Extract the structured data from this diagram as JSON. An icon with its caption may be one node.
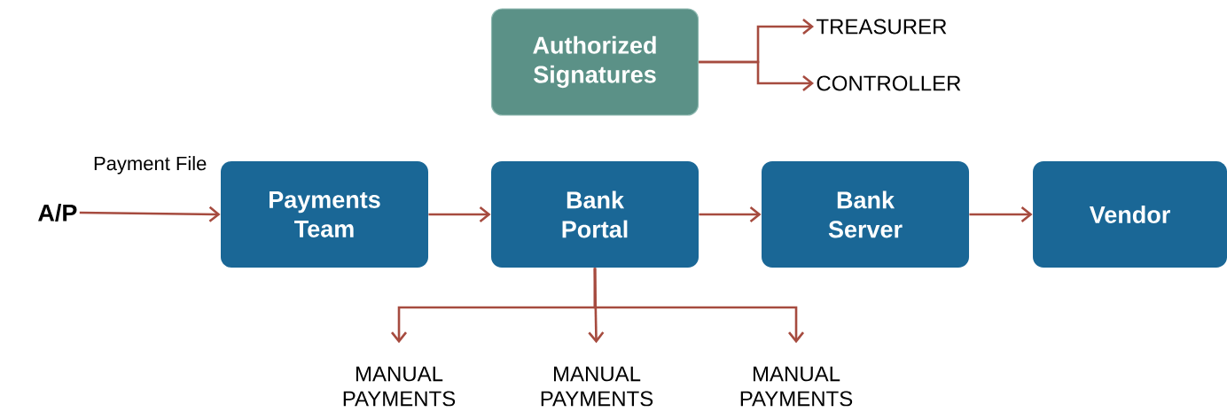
{
  "diagram": {
    "nodes": [
      {
        "text": [
          "Authorized Signatures"
        ]
      },
      {
        "text": [
          "TREASURER"
        ]
      },
      {
        "text": [
          "CONTROLLER"
        ]
      },
      {
        "text": [
          "A/P"
        ]
      },
      {
        "text": [
          "Payments Team"
        ]
      },
      {
        "text": [
          "Bank Portal"
        ]
      },
      {
        "text": [
          "Bank Server"
        ]
      },
      {
        "text": [
          "Vendor"
        ]
      },
      {
        "text": [
          "MANUAL PAYMENTS"
        ]
      },
      {
        "text": [
          "MANUAL PAYMENTS"
        ]
      },
      {
        "text": [
          "MANUAL PAYMENTS"
        ]
      }
    ],
    "edges": [
      {
        "from": 0,
        "to": 1,
        "arrow": "to"
      },
      {
        "from": 0,
        "to": 2,
        "arrow": "to"
      },
      {
        "from": 3,
        "to": 4,
        "arrow": "to",
        "label": "Payment File"
      },
      {
        "from": 4,
        "to": 5,
        "arrow": "to"
      },
      {
        "from": 5,
        "to": 6,
        "arrow": "to"
      },
      {
        "from": 6,
        "to": 7,
        "arrow": "to"
      },
      {
        "from": 5,
        "to": 8,
        "arrow": "to"
      },
      {
        "from": 5,
        "to": 9,
        "arrow": "to"
      },
      {
        "from": 5,
        "to": 10,
        "arrow": "to"
      }
    ]
  }
}
